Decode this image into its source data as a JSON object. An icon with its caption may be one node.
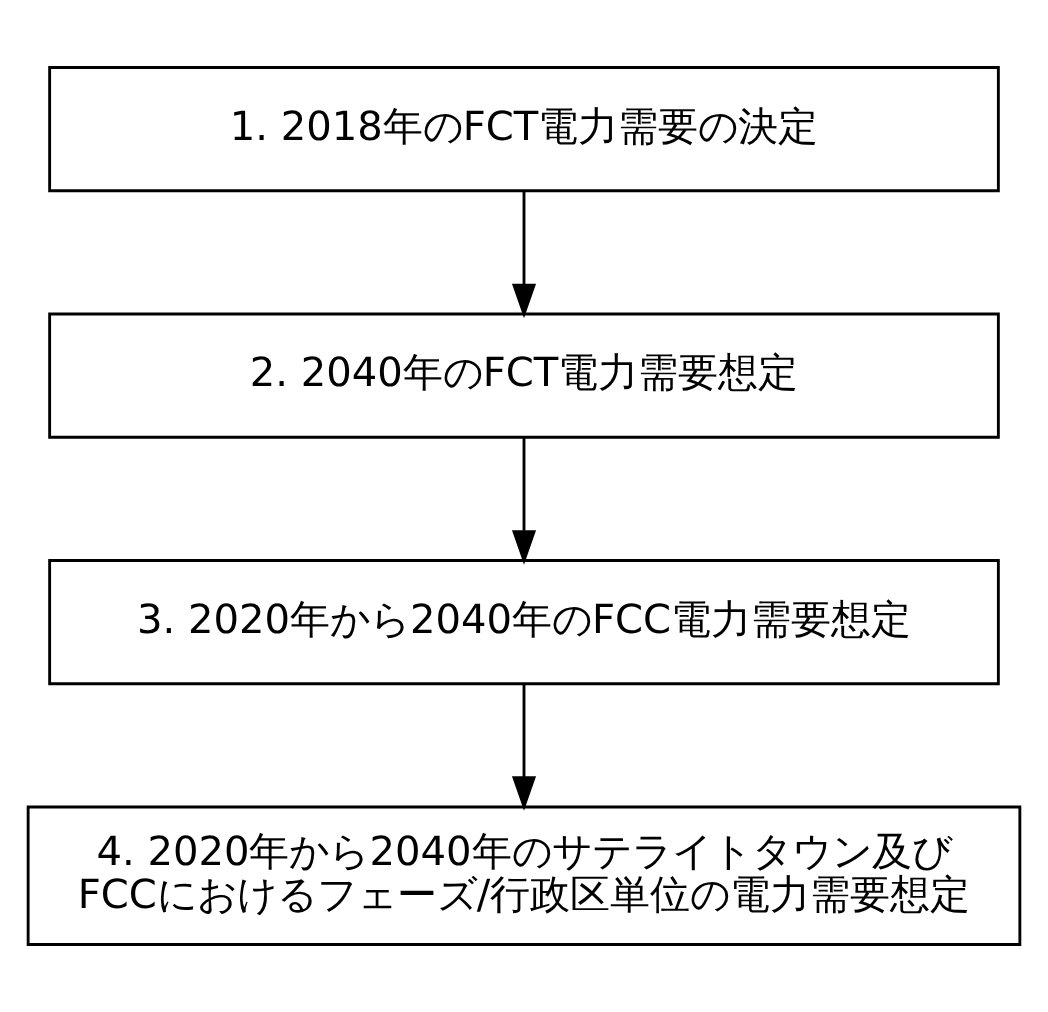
{
  "diagram": {
    "nodes": [
      {
        "text": [
          "1. 2018年のFCT電力需要の決定"
        ]
      },
      {
        "text": [
          "2. 2040年のFCT電力需要想定"
        ]
      },
      {
        "text": [
          "3. 2020年から2040年のFCC電力需要想定"
        ]
      },
      {
        "text": [
          "4. 2020年から2040年のサテライトタウン及びFCCにおけるフェーズ/行政区単位の電力需要想定"
        ]
      }
    ],
    "edges": [
      {
        "from": 0,
        "to": 1,
        "arrow": "to"
      },
      {
        "from": 1,
        "to": 2,
        "arrow": "to"
      },
      {
        "from": 2,
        "to": 3,
        "arrow": "to"
      }
    ]
  }
}
